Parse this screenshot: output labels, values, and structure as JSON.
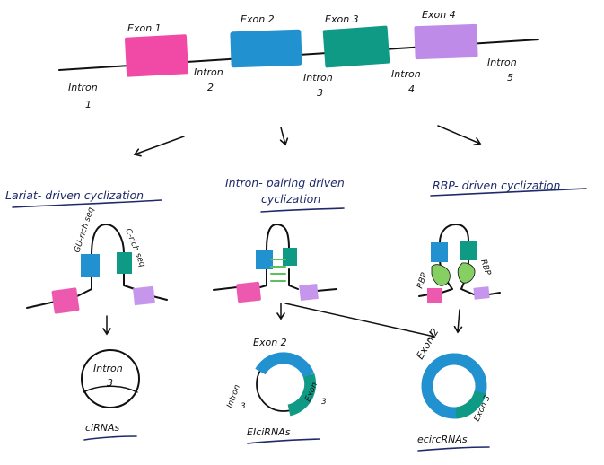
{
  "colors": {
    "exon1": "#f04aa6",
    "exon2": "#2291cf",
    "exon3": "#0f9a86",
    "exon4": "#bf8be8",
    "exon1_small": "#ee59b0",
    "exon4_small": "#c596ec",
    "rbp": "#86cf63",
    "pairing": "#5ec05a",
    "title_ink": "#1f2a6b",
    "ink": "#111111"
  },
  "gene": {
    "exons": [
      "Exon 1",
      "Exon 2",
      "Exon 3",
      "Exon 4"
    ],
    "introns": [
      {
        "word": "Intron",
        "num": "1"
      },
      {
        "word": "Intron",
        "num": "2"
      },
      {
        "word": "Intron",
        "num": "3"
      },
      {
        "word": "Intron",
        "num": "4"
      },
      {
        "word": "Intron",
        "num": "5"
      }
    ]
  },
  "panels": {
    "lariat": {
      "title": "Lariat- driven cyclization",
      "gu_label": "GU-rich seq",
      "c_label": "C-rich seq",
      "product_word": "Intron",
      "product_num": "3",
      "product_name": "ciRNAs"
    },
    "pairing": {
      "title_line1": "Intron- pairing driven",
      "title_line2": "cyclization",
      "exon_label": "Exon 2",
      "intron_word": "Intron",
      "intron_num": "3",
      "exon3_word": "Exon",
      "exon3_num": "3",
      "product_name": "EIciRNAs"
    },
    "rbp": {
      "title": "RBP- driven cyclization",
      "rbp_left": "RBP",
      "rbp_right": "RBP",
      "exon2_label": "Exon 2",
      "exon3_label": "Exon 3",
      "product_name": "ecircRNAs"
    }
  }
}
